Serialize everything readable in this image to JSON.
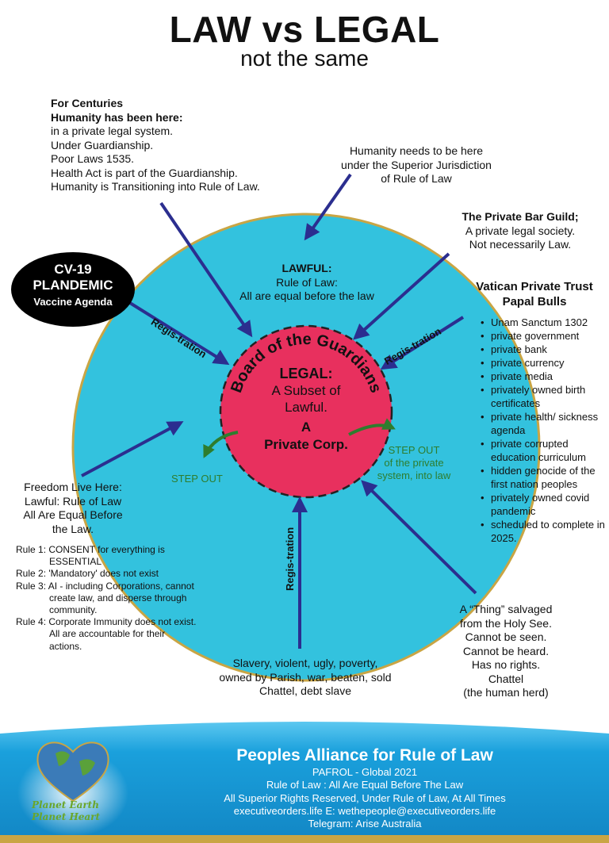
{
  "header": {
    "title": "LAW vs LEGAL",
    "subtitle": "not the same"
  },
  "colors": {
    "outer_circle": "#33c2de",
    "inner_circle": "#e8305e",
    "arrow": "#2b2e8f",
    "step_out": "#2e7d2e",
    "footer": "#1aa0dc"
  },
  "centuries": {
    "title1": "For Centuries",
    "title2": "Humanity has been here:",
    "lines": [
      "in a private legal system.",
      "Under Guardianship.",
      "Poor Laws 1535.",
      "Health Act is part of the Guardianship.",
      "Humanity is Transitioning into Rule of Law."
    ]
  },
  "humanity_needs": [
    "Humanity needs to be here",
    "under the Superior Jurisdiction",
    "of Rule of Law"
  ],
  "bar_guild": {
    "title": "The Private Bar Guild;",
    "lines": [
      "A private legal society.",
      "Not necessarily Law."
    ]
  },
  "cv19": {
    "line1": "CV-19",
    "line2": "PLANDEMIC",
    "line3": "Vaccine Agenda"
  },
  "vatican": {
    "title1": "Vatican Private Trust",
    "title2": "Papal Bulls",
    "items": [
      "Unam Sanctum 1302",
      "private government",
      "private bank",
      "private currency",
      "private media",
      "privately owned birth certificates",
      "private health/ sickness agenda",
      "private corrupted education curriculum",
      "hidden genocide of the first nation peoples",
      "privately owned covid pandemic",
      "scheduled to complete in 2025."
    ]
  },
  "lawful": {
    "title": "LAWFUL:",
    "line1": "Rule of Law:",
    "line2": "All are equal before the law"
  },
  "registration": "Regis-tration",
  "board": "Board of the Guardians",
  "legal": {
    "title": "LEGAL:",
    "line1": "A Subset of",
    "line2": "Lawful.",
    "line3": "A",
    "line4": "Private Corp."
  },
  "step_out_left": "STEP OUT",
  "step_out_right": {
    "line1": "STEP OUT",
    "line2": "of the private",
    "line3": "system, into law"
  },
  "freedom": [
    "Freedom Live Here:",
    "Lawful: Rule of Law",
    "All Are Equal Before",
    "the Law."
  ],
  "rules": [
    "Rule 1: CONSENT for everything is ESSENTIAL",
    "Rule 2: 'Mandatory' does not exist",
    "Rule 3: AI - including Corporations, cannot create law, and disperse through community.",
    "Rule 4: Corporate Immunity does not exist. All are accountable for their actions."
  ],
  "slavery": [
    "Slavery, violent, ugly, poverty,",
    "owned by Parish, war, beaten, sold",
    "Chattel, debt slave"
  ],
  "thing": [
    "A “Thing” salvaged",
    "from the Holy See.",
    "Cannot be seen.",
    "Cannot be heard.",
    "Has no rights.",
    "Chattel",
    "(the human herd)"
  ],
  "footer": {
    "title": "Peoples Alliance for Rule of Law",
    "lines": [
      "PAFROL - Global 2021",
      "Rule of Law : All Are Equal Before The Law",
      "All Superior Rights Reserved, Under Rule of Law, At All Times",
      "executiveorders.life   E: wethepeople@executiveorders.life",
      "Telegram: Arise Australia"
    ],
    "logo_line1": "Planet Earth",
    "logo_line2": "Planet Heart"
  }
}
